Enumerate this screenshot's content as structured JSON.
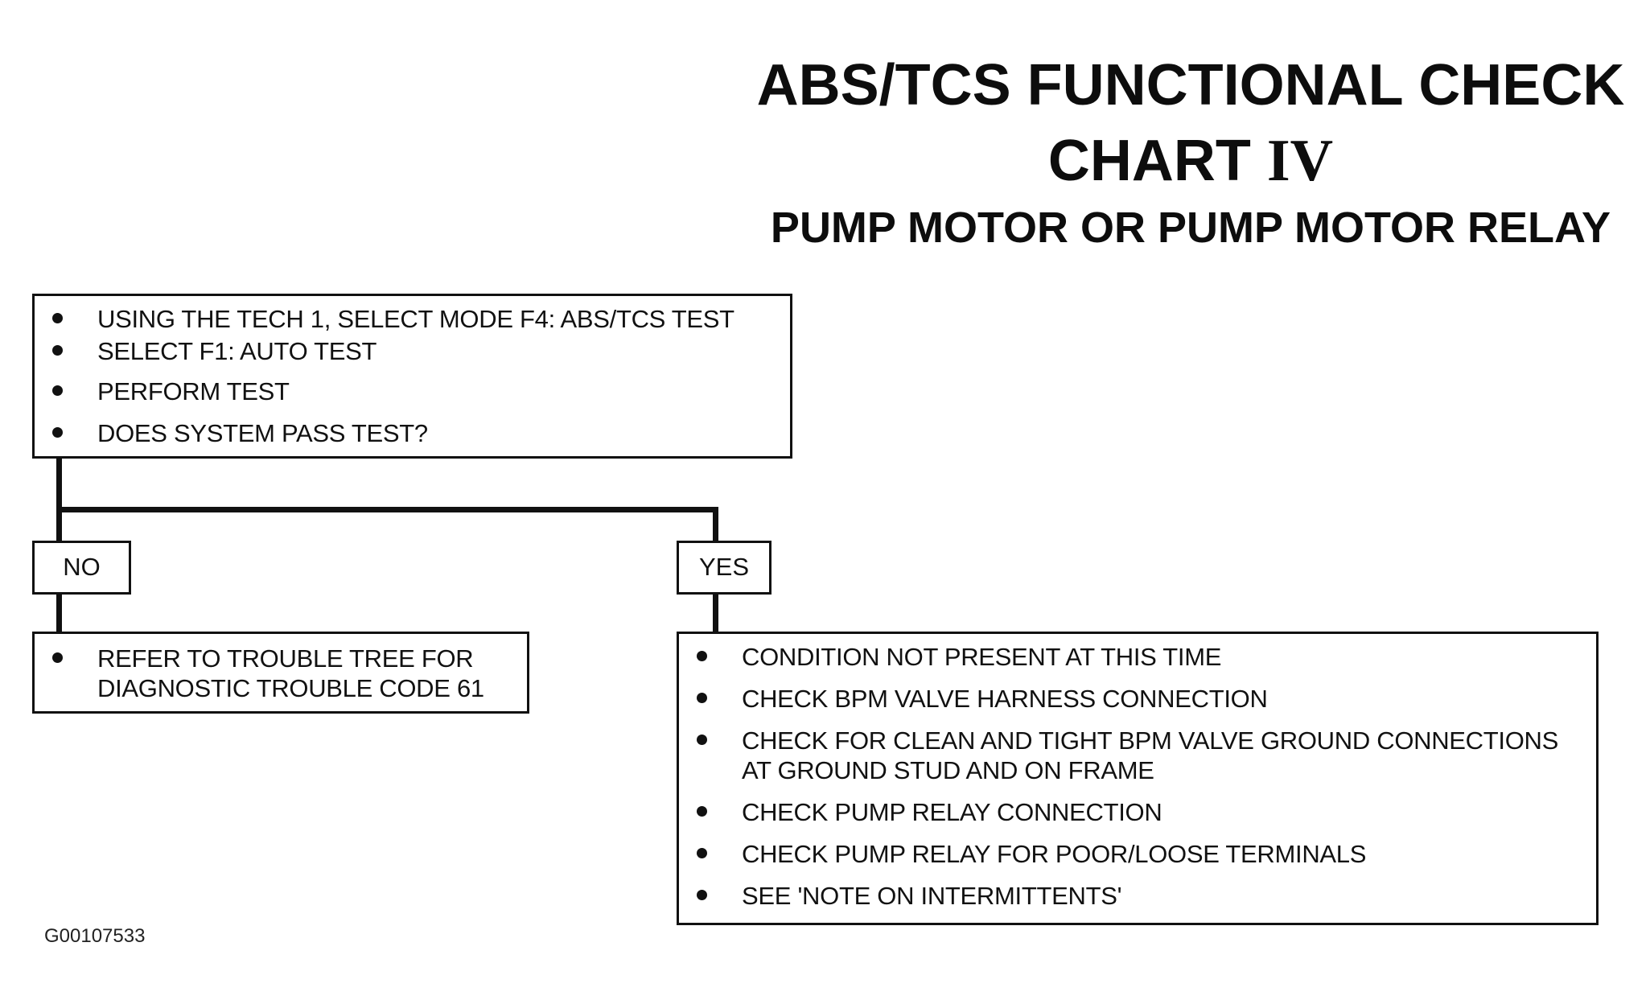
{
  "title": {
    "line1": "ABS/TCS FUNCTIONAL CHECK",
    "line2_text": "CHART",
    "line2_roman": "IV",
    "line3": "PUMP MOTOR OR PUMP MOTOR RELAY"
  },
  "start_box": {
    "items": [
      "USING THE TECH 1, SELECT MODE F4: ABS/TCS TEST",
      "SELECT F1: AUTO TEST",
      "PERFORM TEST",
      "DOES SYSTEM PASS TEST?"
    ]
  },
  "branches": {
    "no_label": "NO",
    "yes_label": "YES"
  },
  "no_box": {
    "items": [
      "REFER TO TROUBLE TREE FOR DIAGNOSTIC TROUBLE CODE 61"
    ]
  },
  "yes_box": {
    "items": [
      "CONDITION NOT PRESENT AT THIS TIME",
      "CHECK BPM VALVE HARNESS CONNECTION",
      "CHECK FOR CLEAN AND TIGHT BPM VALVE GROUND CONNECTIONS AT GROUND STUD AND ON FRAME",
      "CHECK PUMP RELAY CONNECTION",
      "CHECK PUMP RELAY FOR POOR/LOOSE TERMINALS",
      "SEE 'NOTE ON INTERMITTENTS'"
    ]
  },
  "footer": {
    "code": "G00107533"
  }
}
